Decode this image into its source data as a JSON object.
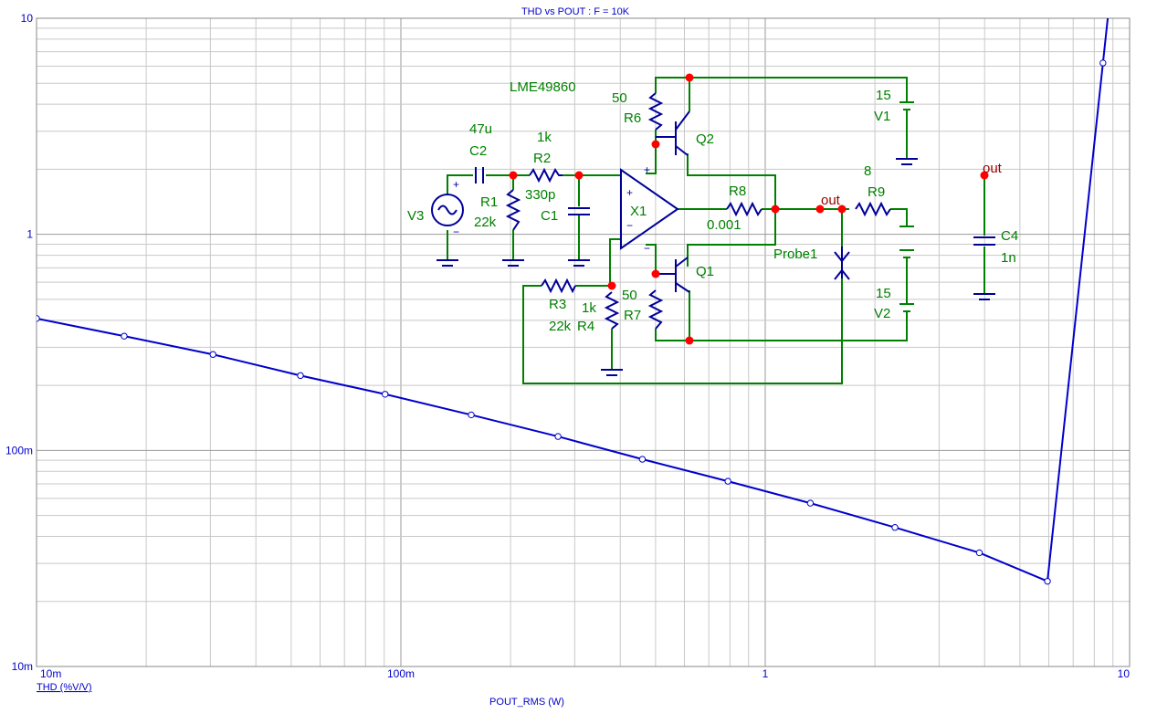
{
  "chart_data": {
    "type": "line",
    "title": "THD vs POUT : F = 10K",
    "xlabel": "POUT_RMS (W)",
    "ylabel": "THD (%V/V)",
    "xscale": "log",
    "yscale": "log",
    "xlim": [
      0.01,
      10
    ],
    "ylim": [
      0.01,
      10
    ],
    "x_ticks": [
      "10m",
      "100m",
      "1",
      "10"
    ],
    "y_ticks": [
      "10",
      "1",
      "100m",
      "10m"
    ],
    "grid": true,
    "series": [
      {
        "name": "THD (%V/V)",
        "color": "#0000cc",
        "x": [
          0.01,
          0.0174,
          0.0305,
          0.053,
          0.0905,
          0.156,
          0.27,
          0.46,
          0.79,
          1.33,
          2.27,
          3.87,
          5.95,
          8.45
        ],
        "y": [
          0.408,
          0.338,
          0.278,
          0.222,
          0.182,
          0.146,
          0.116,
          0.091,
          0.072,
          0.057,
          0.044,
          0.0336,
          0.0248,
          6.21
        ]
      }
    ]
  },
  "schematic": {
    "labels": [
      {
        "text": "LME49860",
        "kind": "comp"
      },
      {
        "text": "50",
        "kind": "comp"
      },
      {
        "text": "R6",
        "kind": "comp"
      },
      {
        "text": "Q2",
        "kind": "comp"
      },
      {
        "text": "15",
        "kind": "comp"
      },
      {
        "text": "V1",
        "kind": "comp"
      },
      {
        "text": "47u",
        "kind": "comp"
      },
      {
        "text": "C2",
        "kind": "comp"
      },
      {
        "text": "1k",
        "kind": "comp"
      },
      {
        "text": "R2",
        "kind": "comp"
      },
      {
        "text": "R1",
        "kind": "comp"
      },
      {
        "text": "22k",
        "kind": "comp"
      },
      {
        "text": "330p",
        "kind": "comp"
      },
      {
        "text": "C1",
        "kind": "comp"
      },
      {
        "text": "V3",
        "kind": "comp"
      },
      {
        "text": "X1",
        "kind": "comp"
      },
      {
        "text": "R8",
        "kind": "comp"
      },
      {
        "text": "0.001",
        "kind": "comp"
      },
      {
        "text": "out",
        "kind": "net"
      },
      {
        "text": "8",
        "kind": "comp"
      },
      {
        "text": "R9",
        "kind": "comp"
      },
      {
        "text": "out",
        "kind": "net"
      },
      {
        "text": "C4",
        "kind": "comp"
      },
      {
        "text": "1n",
        "kind": "comp"
      },
      {
        "text": "Probe1",
        "kind": "comp"
      },
      {
        "text": "Q1",
        "kind": "comp"
      },
      {
        "text": "50",
        "kind": "comp"
      },
      {
        "text": "R7",
        "kind": "comp"
      },
      {
        "text": "1k",
        "kind": "comp"
      },
      {
        "text": "R4",
        "kind": "comp"
      },
      {
        "text": "R3",
        "kind": "comp"
      },
      {
        "text": "22k",
        "kind": "comp"
      },
      {
        "text": "15",
        "kind": "comp"
      },
      {
        "text": "V2",
        "kind": "comp"
      }
    ],
    "colors": {
      "wire": "#008000",
      "node": "#ff0000",
      "part": "#0000cc"
    }
  }
}
